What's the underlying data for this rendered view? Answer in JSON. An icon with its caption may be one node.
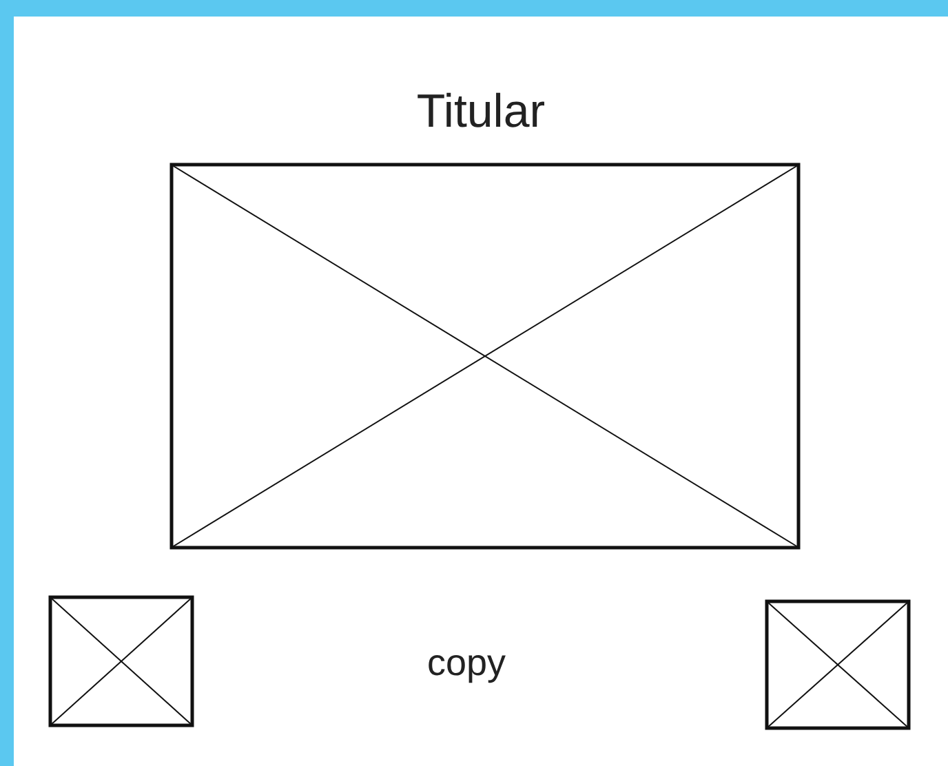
{
  "diagram": {
    "title": "Titular",
    "nodes": [
      {
        "text": [],
        "shape": "box"
      },
      {
        "text": [],
        "shape": "box"
      },
      {
        "text": [],
        "shape": "box"
      }
    ],
    "labels": [
      "copy"
    ]
  }
}
